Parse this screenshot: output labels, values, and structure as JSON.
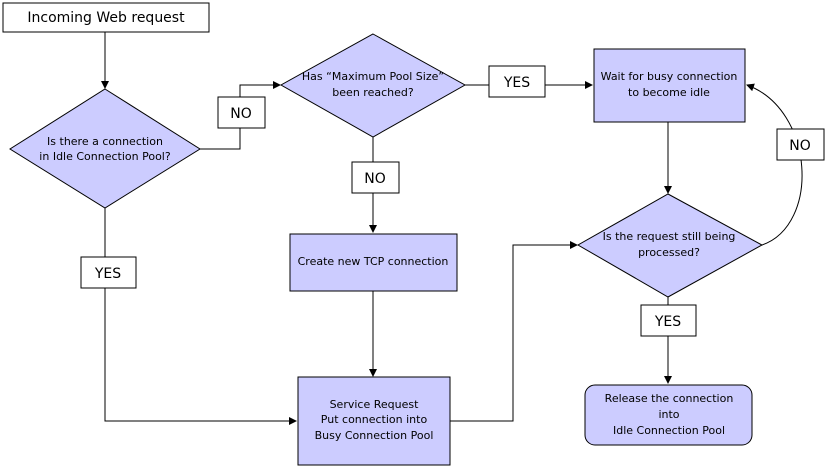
{
  "nodes": {
    "start": "Incoming Web request",
    "idle_check": [
      "Is there a connection",
      "in Idle Connection Pool?"
    ],
    "max_check": [
      "Has “Maximum Pool Size”",
      "been reached?"
    ],
    "wait": [
      "Wait for busy connection",
      "to become idle"
    ],
    "create": "Create new TCP connection",
    "service": [
      "Service Request",
      "Put connection into",
      "Busy Connection Pool"
    ],
    "still_processing": [
      "Is the request still being",
      "processed?"
    ],
    "release": [
      "Release the connection",
      "into",
      "Idle Connection Pool"
    ]
  },
  "labels": {
    "no_idle": "NO",
    "yes_max": "YES",
    "no_max": "NO",
    "yes_idle": "YES",
    "yes_processed": "YES",
    "no_processed": "NO"
  },
  "colors": {
    "node_fill": "#ccccff",
    "stroke": "#000000",
    "background": "#ffffff"
  }
}
